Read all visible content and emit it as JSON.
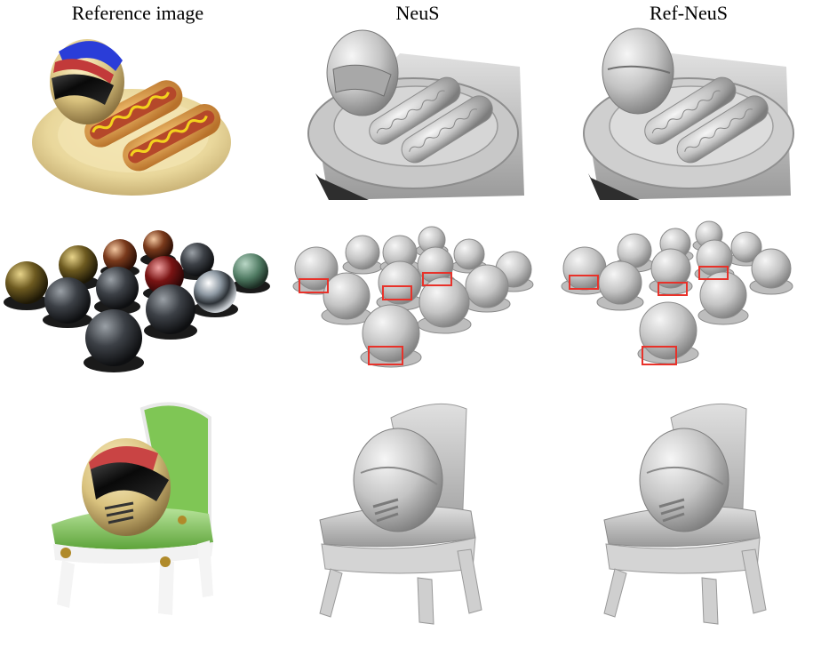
{
  "figure": {
    "columns": [
      {
        "label": "Reference image"
      },
      {
        "label": "NeuS"
      },
      {
        "label": "Ref-NeuS"
      }
    ],
    "rows": [
      {
        "scene": "helmet-hotdog"
      },
      {
        "scene": "spheres"
      },
      {
        "scene": "helmet-chair"
      }
    ]
  },
  "colors": {
    "highlight_box": "#e8322a",
    "mesh_gray": "#bdbdbd",
    "background": "#ffffff"
  }
}
